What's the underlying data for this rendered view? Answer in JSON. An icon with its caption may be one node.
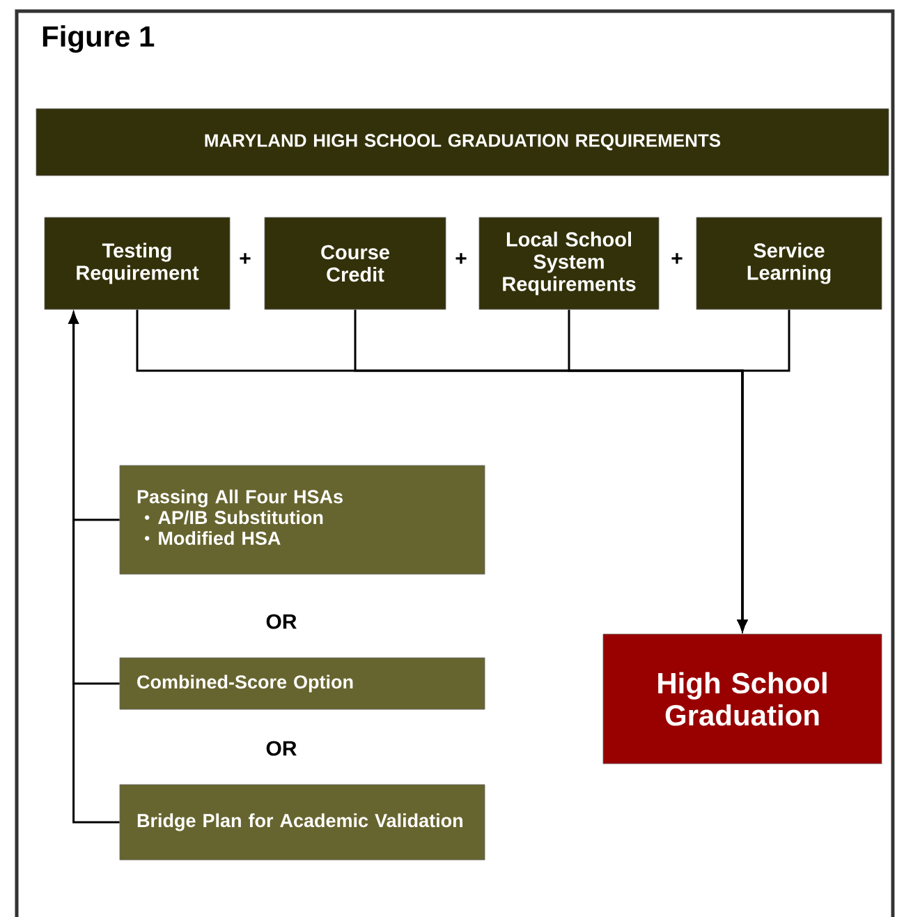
{
  "diagram": {
    "title": "Figure 1",
    "nodes": [
      {
        "text": [
          "MARYLAND HIGH SCHOOL GRADUATION REQUIREMENTS"
        ]
      },
      {
        "text": [
          "Testing Requirement"
        ]
      },
      {
        "text": [
          "Course Credit"
        ]
      },
      {
        "text": [
          "Local School System Requirements"
        ]
      },
      {
        "text": [
          "Service Learning"
        ]
      },
      {
        "text": [
          "Passing All Four HSAs",
          "AP/IB Substitution",
          "Modified HSA"
        ]
      },
      {
        "text": [
          "Combined-Score Option"
        ]
      },
      {
        "text": [
          "Bridge Plan for Academic Validation"
        ]
      },
      {
        "text": [
          "High School Graduation"
        ]
      }
    ],
    "edges": [
      {
        "from": 1,
        "to": 8,
        "arrow": "to"
      },
      {
        "from": 2,
        "to": 8,
        "arrow": "to"
      },
      {
        "from": 3,
        "to": 8,
        "arrow": "to"
      },
      {
        "from": 4,
        "to": 8,
        "arrow": "to"
      },
      {
        "from": 5,
        "to": 1,
        "arrow": "to"
      },
      {
        "from": 6,
        "to": 1,
        "arrow": "to"
      },
      {
        "from": 7,
        "to": 1,
        "arrow": "to"
      }
    ],
    "labels": [
      "+",
      "+",
      "+",
      "OR",
      "OR"
    ]
  }
}
